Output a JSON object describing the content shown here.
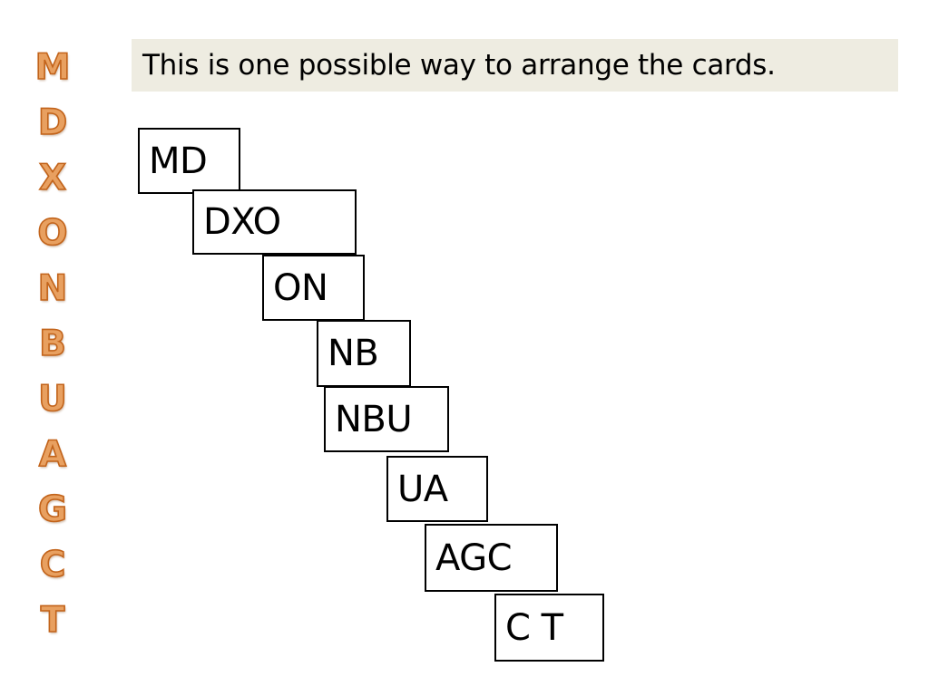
{
  "sequence": [
    "M",
    "D",
    "X",
    "O",
    "N",
    "B",
    "U",
    "A",
    "G",
    "C",
    "T"
  ],
  "banner": {
    "text": "This is one possible way to arrange the cards."
  },
  "cards": [
    "MD",
    "DXO",
    "ON",
    "NB",
    "NBU",
    "UA",
    "AGC",
    "C T"
  ],
  "colors": {
    "sequence_fill": "#e8a060",
    "sequence_outline": "#c2631a",
    "banner_background": "#eeece1",
    "card_border": "#000000"
  }
}
